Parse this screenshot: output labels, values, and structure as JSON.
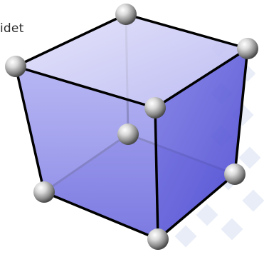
{
  "caption": "idet",
  "diagram": {
    "type": "cube-model",
    "description_visible": false,
    "colors": {
      "face_fill": "#5a57d8",
      "face_fill_light": "#c9c8f6",
      "edge": "#000000",
      "inner_edge": "#9a9a9a",
      "atom": "#cfcfcf",
      "background_pattern": "#e6ecf7"
    },
    "atoms_count": 8
  }
}
